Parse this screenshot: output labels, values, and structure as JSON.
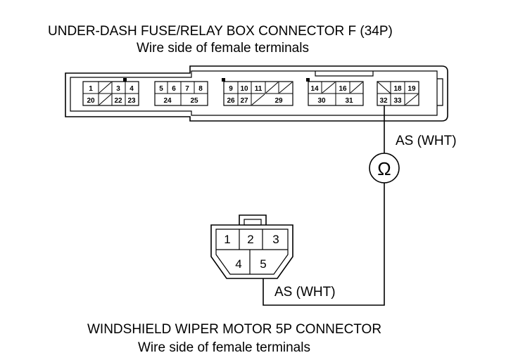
{
  "top_connector": {
    "title": "UNDER-DASH FUSE/RELAY BOX CONNECTOR F (34P)",
    "subtitle": "Wire side of female terminals",
    "pins_top": [
      "1",
      "3",
      "4",
      "5",
      "6",
      "7",
      "8",
      "9",
      "10",
      "11",
      "14",
      "16",
      "18",
      "19"
    ],
    "pins_bottom": [
      "20",
      "22",
      "23",
      "24",
      "25",
      "26",
      "27",
      "29",
      "30",
      "31",
      "32",
      "33"
    ]
  },
  "bottom_connector": {
    "title": "WINDSHIELD WIPER MOTOR 5P CONNECTOR",
    "subtitle": "Wire side of female terminals",
    "pins": [
      "1",
      "2",
      "3",
      "4",
      "5"
    ]
  },
  "wires": {
    "upper_label": "AS (WHT)",
    "lower_label": "AS (WHT)"
  },
  "meter_symbol": "Ω"
}
